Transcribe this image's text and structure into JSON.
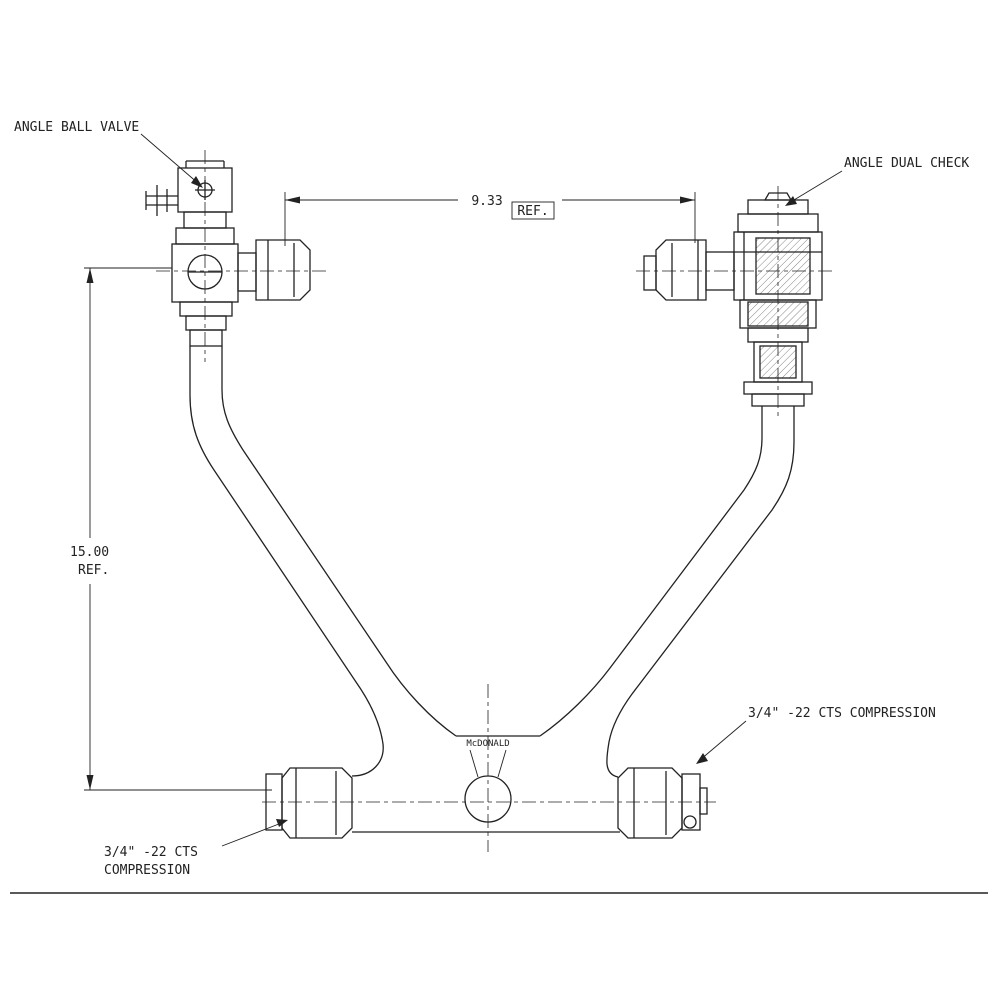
{
  "drawing": {
    "labels": {
      "angle_ball_valve": "ANGLE BALL VALVE",
      "angle_dual_check": "ANGLE DUAL CHECK",
      "cts_compression_right": "3/4\" -22 CTS COMPRESSION",
      "cts_compression_left_line1": "3/4\" -22 CTS",
      "cts_compression_left_line2": "COMPRESSION",
      "brand": "McDONALD"
    },
    "dimensions": {
      "width_value": "9.33",
      "width_ref": "REF.",
      "height_value": "15.00",
      "height_ref": "REF."
    },
    "colors": {
      "line": "#222222",
      "background": "#ffffff"
    }
  }
}
